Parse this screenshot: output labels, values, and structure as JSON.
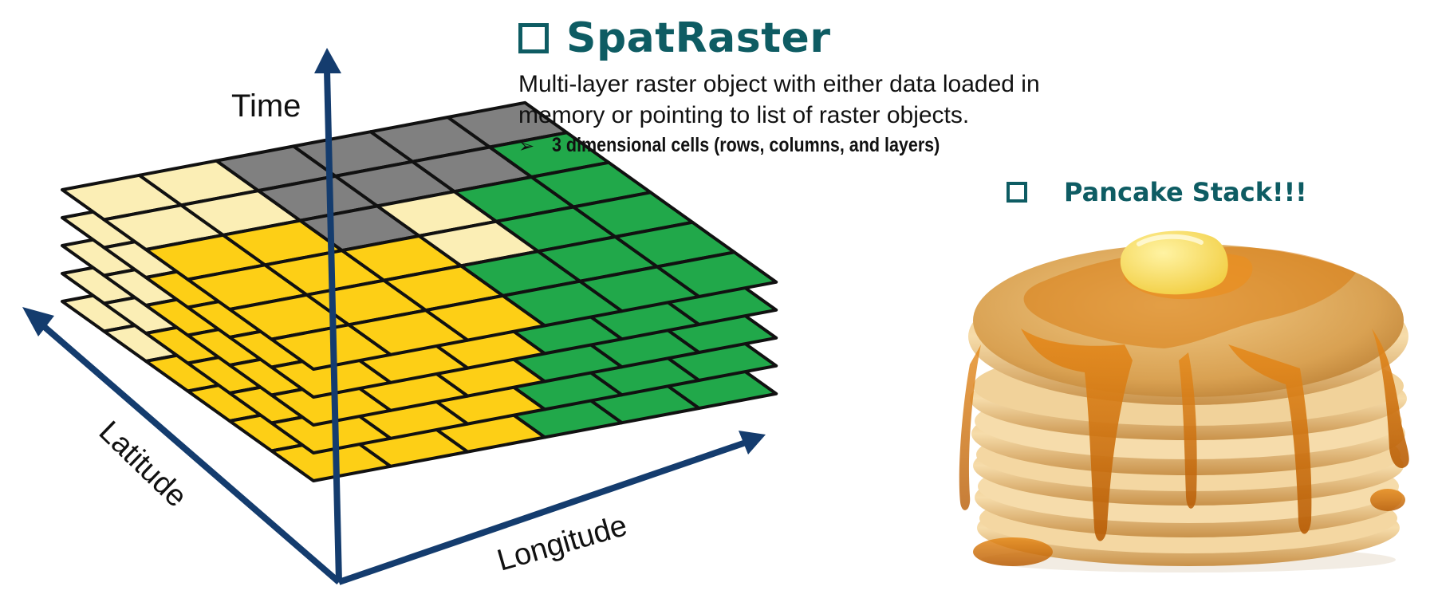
{
  "slide": {
    "title": "SpatRaster",
    "description": "Multi-layer raster object with either data loaded in memory or pointing to list of raster objects.",
    "bullet": "3 dimensional cells (rows, columns, and layers)",
    "side_heading": "Pancake Stack!!!"
  },
  "diagram": {
    "axes": {
      "time": "Time",
      "latitude": "Latitude",
      "longitude": "Longitude"
    },
    "colors": {
      "yellow": "#fdcf16",
      "light_yellow": "#fbeeb5",
      "green": "#21a84a",
      "gray": "#808080",
      "axis": "#143c6e",
      "grid": "#111111",
      "accent": "#0e5c63"
    },
    "layer_count": 5,
    "top_grid": [
      [
        "L",
        "L",
        "G",
        "G",
        "G",
        "G"
      ],
      [
        "L",
        "L",
        "G",
        "G",
        "G",
        "N"
      ],
      [
        "Y",
        "Y",
        "G",
        "L",
        "N",
        "N"
      ],
      [
        "Y",
        "Y",
        "Y",
        "L",
        "N",
        "N"
      ],
      [
        "Y",
        "Y",
        "Y",
        "N",
        "N",
        "N"
      ],
      [
        "Y",
        "Y",
        "Y",
        "N",
        "N",
        "N"
      ]
    ]
  }
}
